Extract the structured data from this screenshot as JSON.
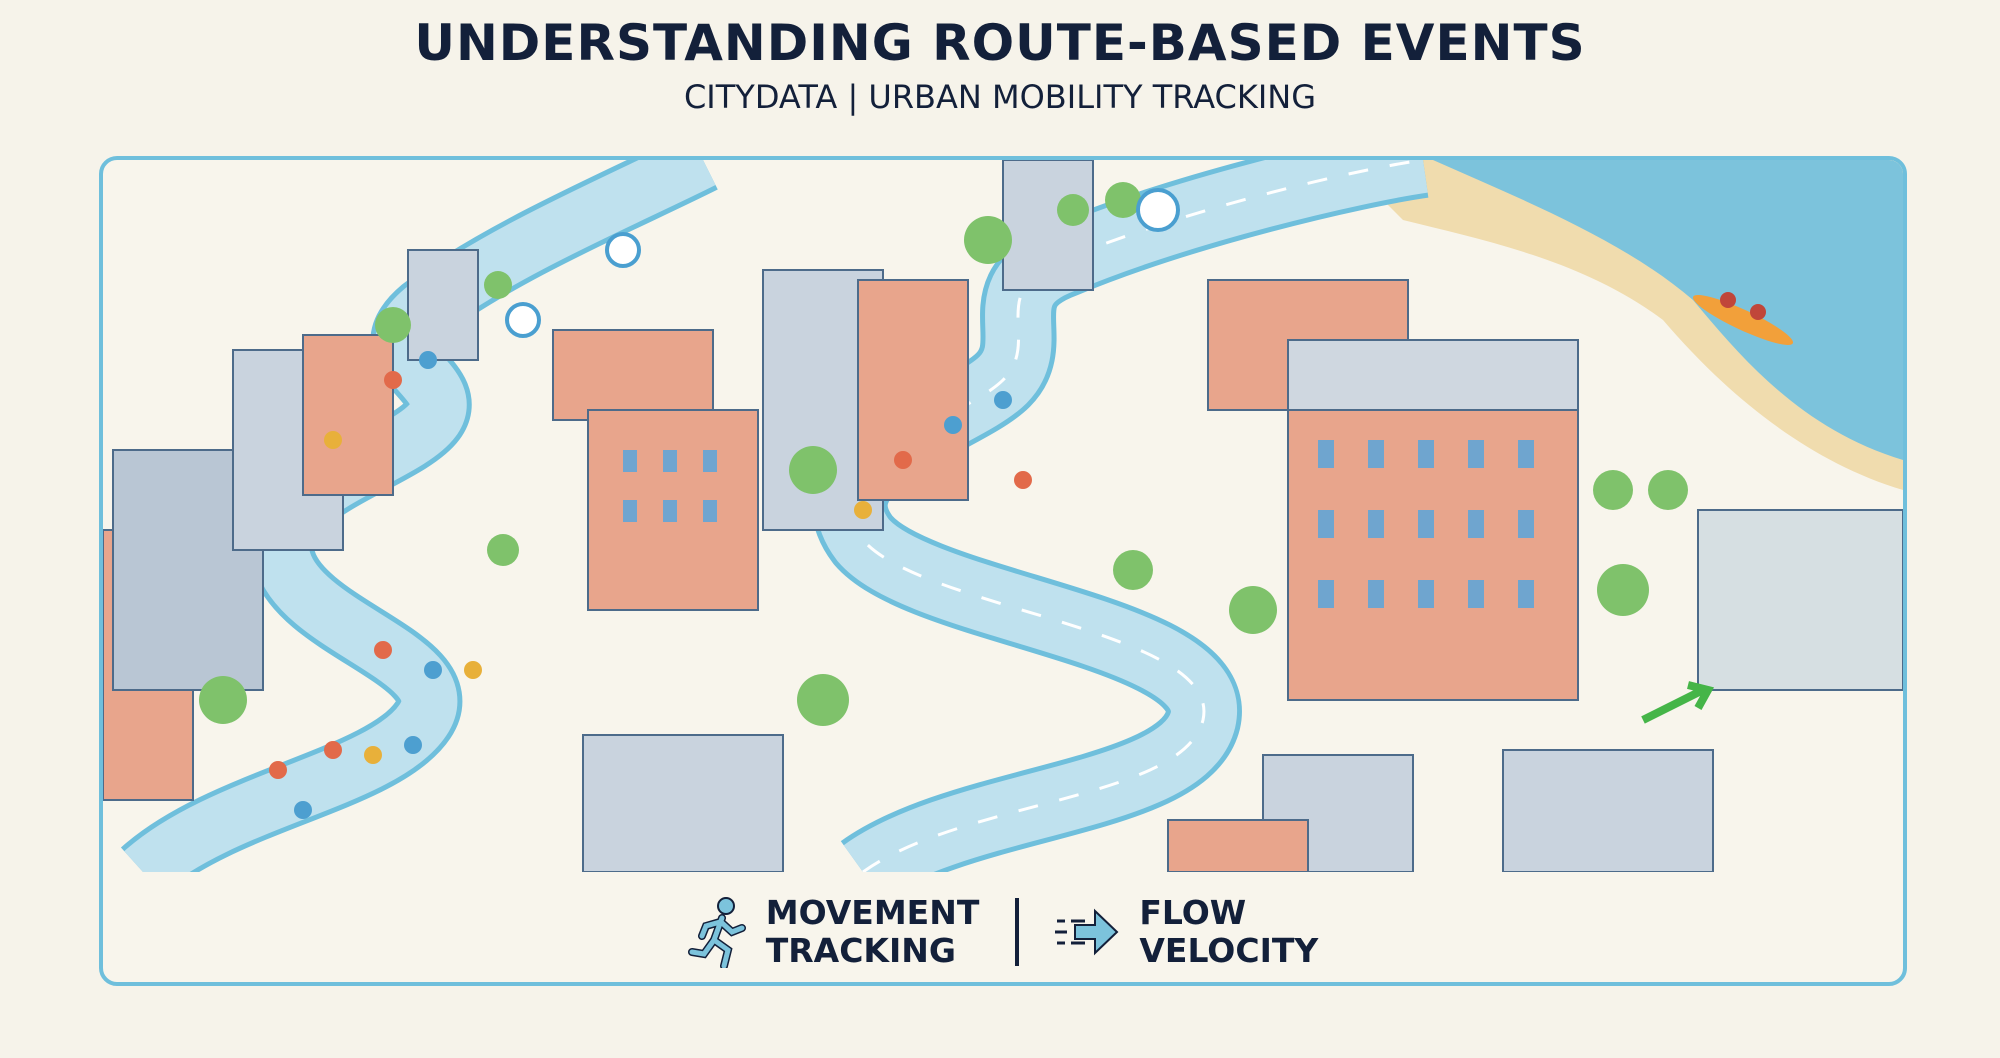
{
  "header": {
    "title": "UNDERSTANDING ROUTE-BASED EVENTS",
    "subtitle": "CITYDATA | URBAN MOBILITY TRACKING"
  },
  "legend": {
    "items": [
      {
        "icon": "runner-icon",
        "line1": "MOVEMENT",
        "line2": "TRACKING"
      },
      {
        "icon": "speed-arrow-icon",
        "line1": "FLOW",
        "line2": "VELOCITY"
      }
    ]
  },
  "colors": {
    "accent": "#6fbfdc",
    "road": "#b6dcec",
    "water": "#7cc3dc",
    "sand": "#f0dcae",
    "text": "#13203a"
  }
}
